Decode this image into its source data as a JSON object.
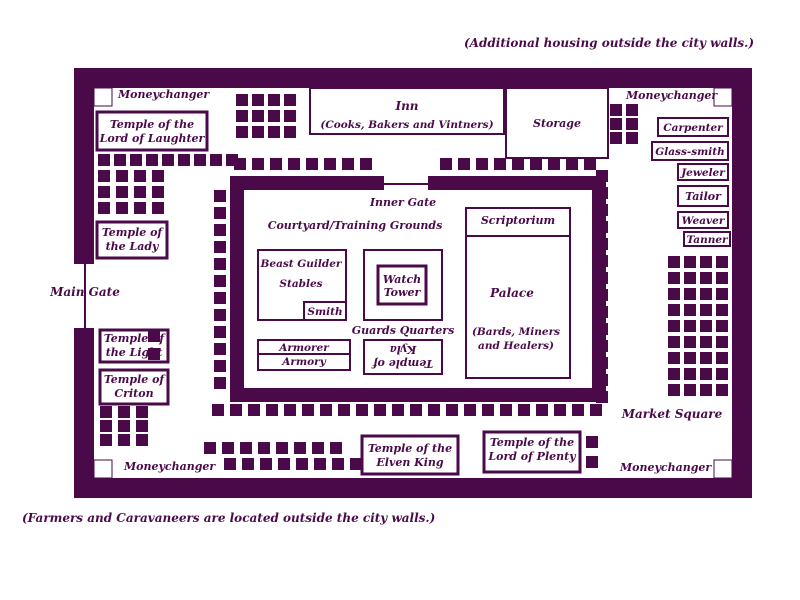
{
  "colors": {
    "ink": "#4a0a4a",
    "paper": "#ffffff"
  },
  "notes": {
    "top": "(Additional housing outside the city walls.)",
    "bottom": "(Farmers and Caravaneers are located outside the city walls.)"
  },
  "gates": {
    "main": "Main Gate",
    "inner": "Inner Gate"
  },
  "areas": {
    "courtyard": "Courtyard/Training Grounds",
    "market": "Market Square",
    "guards": "Guards Quarters"
  },
  "moneychangers": {
    "top_left": "Moneychanger",
    "top_right": "Moneychanger",
    "bottom_left": "Moneychanger",
    "bottom_right": "Moneychanger"
  },
  "inn": {
    "name": "Inn",
    "sub": "(Cooks, Bakers and Vintners)"
  },
  "storage": "Storage",
  "temples": {
    "laughter": [
      "Temple of the",
      "Lord of Laughter"
    ],
    "lady": [
      "Temple of",
      "the Lady"
    ],
    "light": [
      "Temple of",
      "the Light"
    ],
    "criton": [
      "Temple of",
      "Criton"
    ],
    "elven_king": [
      "Temple of the",
      "Elven King"
    ],
    "plenty": [
      "Temple of the",
      "Lord of Plenty"
    ],
    "kyla": [
      "Temple of",
      "Kyla"
    ]
  },
  "craftsmen": [
    "Carpenter",
    "Glass-smith",
    "Jeweler",
    "Tailor",
    "Weaver",
    "Tanner"
  ],
  "inner_buildings": {
    "beast_guilder": "Beast Guilder",
    "stables": "Stables",
    "smith": "Smith",
    "watch_tower": [
      "Watch",
      "Tower"
    ],
    "armorer": "Armorer",
    "armory": "Armory",
    "scriptorium": "Scriptorium",
    "palace": "Palace",
    "palace_sub": [
      "(Bards, Miners",
      "and Healers)"
    ]
  }
}
